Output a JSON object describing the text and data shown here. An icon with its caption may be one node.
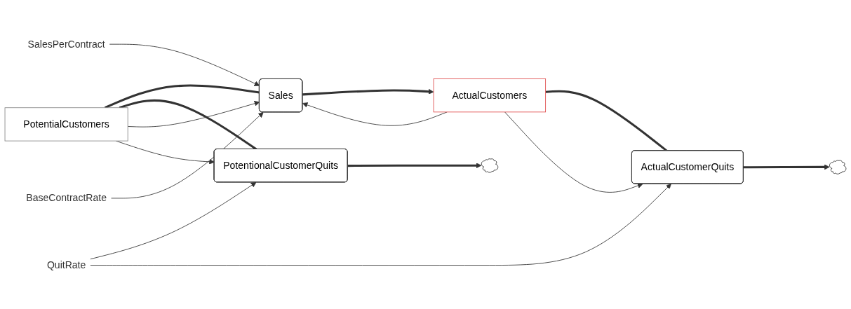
{
  "diagram": {
    "nodes": [
      {
        "text": [
          "PotentialCustomers"
        ]
      },
      {
        "text": [
          "Sales"
        ]
      },
      {
        "text": [
          "ActualCustomers"
        ]
      },
      {
        "text": [
          "PotentionalCustomerQuits"
        ]
      },
      {
        "text": [
          "ActualCustomerQuits"
        ]
      },
      {
        "text": [
          "SalesPerContract"
        ]
      },
      {
        "text": [
          "BaseContractRate"
        ]
      },
      {
        "text": [
          "QuitRate"
        ]
      },
      {
        "text": [],
        "shape": "cloud"
      },
      {
        "text": [],
        "shape": "cloud"
      }
    ],
    "edges": [
      {
        "from": 0,
        "to": 1,
        "arrow": "none",
        "style": "thick"
      },
      {
        "from": 1,
        "to": 2,
        "arrow": "to",
        "style": "thick"
      },
      {
        "from": 0,
        "to": 3,
        "arrow": "none",
        "style": "thick"
      },
      {
        "from": 3,
        "to": 8,
        "arrow": "to",
        "style": "thick"
      },
      {
        "from": 2,
        "to": 4,
        "arrow": "none",
        "style": "thick"
      },
      {
        "from": 4,
        "to": 9,
        "arrow": "to",
        "style": "thick"
      },
      {
        "from": 0,
        "to": 1,
        "arrow": "to"
      },
      {
        "from": 0,
        "to": 3,
        "arrow": "to"
      },
      {
        "from": 5,
        "to": 1,
        "arrow": "to"
      },
      {
        "from": 6,
        "to": 1,
        "arrow": "to"
      },
      {
        "from": 2,
        "to": 1,
        "arrow": "to"
      },
      {
        "from": 2,
        "to": 4,
        "arrow": "to"
      },
      {
        "from": 7,
        "to": 3,
        "arrow": "to"
      },
      {
        "from": 7,
        "to": 4,
        "arrow": "to"
      }
    ]
  }
}
